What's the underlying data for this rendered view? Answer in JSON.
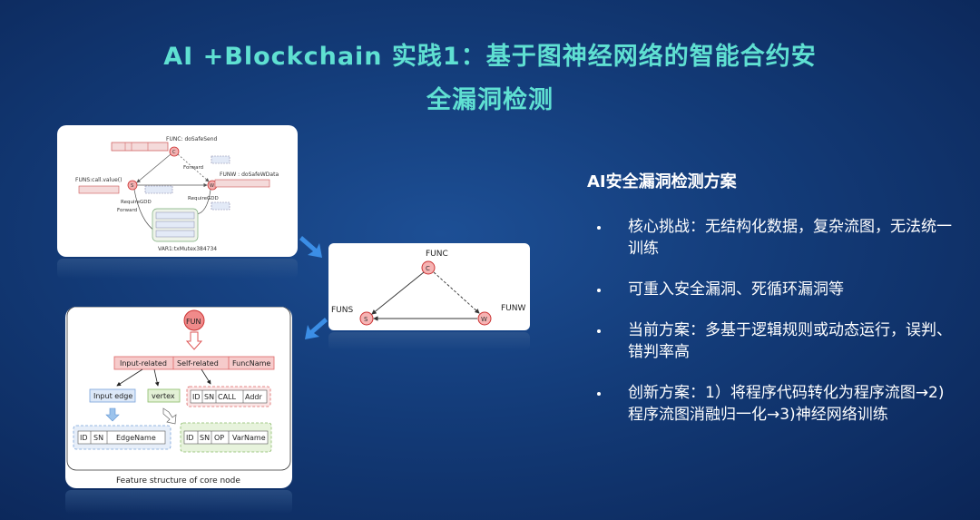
{
  "slide": {
    "title_line1": "AI +Blockchain 实践1：基于图神经网络的智能合约安",
    "title_line2": "全漏洞检测",
    "panel_heading": "AI安全漏洞检测方案",
    "bullets": [
      "核心挑战：无结构化数据，复杂流图，无法统一训练",
      "可重入安全漏洞、死循环漏洞等",
      "当前方案：多基于逻辑规则或动态运行，误判、错判率高",
      "创新方案：1）将程序代码转化为程序流图→2)程序流图消融归一化→3)神经网络训练"
    ]
  },
  "graph1": {
    "func_label": "FUNC: doSafeSend",
    "funs_label": "FUNS:call.value()",
    "funw_label": "FUNW : doSafeWData",
    "var_label": "VAR1:txMutex384734",
    "forward_top": "Forward",
    "forward_bottom": "Forward",
    "require_left": "RequireGDD",
    "require_right": "RequireGDD",
    "node_c": "C",
    "node_s": "S",
    "node_w": "W"
  },
  "graph2": {
    "func": "FUNC",
    "funs": "FUNS",
    "funw": "FUNW",
    "c": "C",
    "s": "S",
    "w": "W"
  },
  "graph3": {
    "fun": "FUN",
    "input_related": "Input-related",
    "self_related": "Self-related",
    "func_name": "FuncName",
    "input_edge": "Input edge",
    "vertex": "vertex",
    "self_fields": [
      "ID",
      "SN",
      "CALL",
      "Addr"
    ],
    "edge_fields": [
      "ID",
      "SN",
      "EdgeName"
    ],
    "vertex_fields": [
      "ID",
      "SN",
      "OP",
      "VarName"
    ],
    "caption": "Feature structure of core node"
  }
}
